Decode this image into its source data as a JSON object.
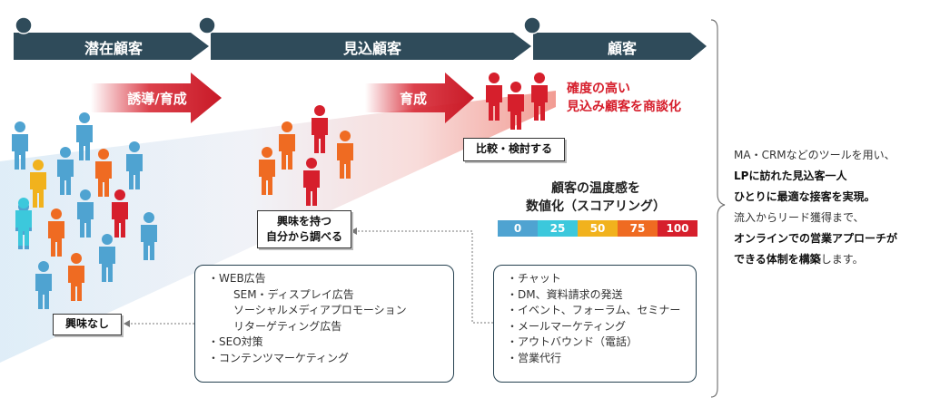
{
  "stages": [
    {
      "label": "潜在顧客"
    },
    {
      "label": "見込顧客"
    },
    {
      "label": "顧客"
    }
  ],
  "process_arrows": [
    {
      "label": "誘導/育成"
    },
    {
      "label": "育成"
    }
  ],
  "outcome": {
    "line1": "確度の高い",
    "line2": "見込み顧客を商談化"
  },
  "tags": {
    "compare": "比較・検討する",
    "interested_line1": "興味を持つ",
    "interested_line2": "自分から調べる",
    "no_interest": "興味なし"
  },
  "scoring": {
    "title_line1": "顧客の温度感を",
    "title_line2": "数値化（スコアリング）",
    "levels": [
      {
        "value": "0",
        "color": "#4fa3d1"
      },
      {
        "value": "25",
        "color": "#3cc8dc"
      },
      {
        "value": "50",
        "color": "#f1b21d"
      },
      {
        "value": "75",
        "color": "#ef6b22"
      },
      {
        "value": "100",
        "color": "#d61f2c"
      }
    ]
  },
  "left_list": [
    {
      "text": "・WEB広告",
      "indent": false
    },
    {
      "text": "SEM・ディスプレイ広告",
      "indent": true
    },
    {
      "text": "ソーシャルメディアプロモーション",
      "indent": true
    },
    {
      "text": "リターゲティング広告",
      "indent": true
    },
    {
      "text": "・SEO対策",
      "indent": false
    },
    {
      "text": "・コンテンツマーケティング",
      "indent": false
    }
  ],
  "right_list": [
    {
      "text": "・チャット"
    },
    {
      "text": "・DM、資料請求の発送"
    },
    {
      "text": "・イベント、フォーラム、セミナー"
    },
    {
      "text": "・メールマーケティング"
    },
    {
      "text": "・アウトバウンド（電話）"
    },
    {
      "text": "・営業代行"
    }
  ],
  "side_note": {
    "line1": "MA・CRMなどのツールを用い、",
    "line2": "LPに訪れた見込客一人",
    "line3": "ひとりに最適な接客を実現。",
    "line4": "流入からリード獲得まで、",
    "line5": "オンラインでの営業アプローチが",
    "line6_bold": "できる体制を構築",
    "line6_rest": "します。"
  },
  "colors": {
    "header": "#2f4b5a",
    "red": "#d61f2c",
    "blue": "#4fa3d1",
    "orange": "#ef6b22",
    "yellow": "#f1b21d",
    "cyan": "#3cc8dc"
  }
}
